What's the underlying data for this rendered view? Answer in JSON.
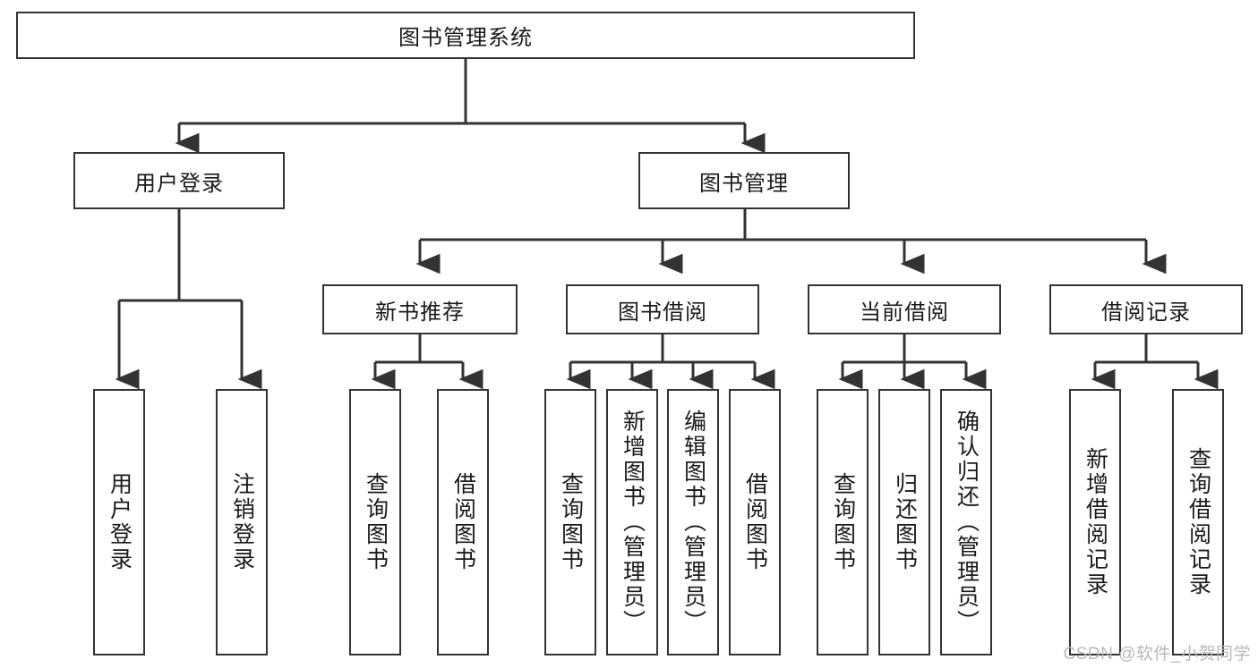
{
  "diagram": {
    "title": "图书管理系统",
    "type": "function-structure-tree",
    "line_color": "#333333",
    "box_fill": "#ffffff",
    "text_color": "#1a1a1a",
    "levels": {
      "root": {
        "label": "图书管理系统"
      },
      "level2": [
        {
          "label": "用户登录"
        },
        {
          "label": "图书管理"
        }
      ],
      "level3": [
        {
          "label": "新书推荐"
        },
        {
          "label": "图书借阅"
        },
        {
          "label": "当前借阅"
        },
        {
          "label": "借阅记录"
        }
      ],
      "leaves": [
        {
          "label": "用户登录"
        },
        {
          "label": "注销登录"
        },
        {
          "label": "查询图书"
        },
        {
          "label": "借阅图书"
        },
        {
          "label": "查询图书"
        },
        {
          "label": "新增图书（管理员）"
        },
        {
          "label": "编辑图书（管理员）"
        },
        {
          "label": "借阅图书"
        },
        {
          "label": "查询图书"
        },
        {
          "label": "归还图书"
        },
        {
          "label": "确认归还（管理员）"
        },
        {
          "label": "新增借阅记录"
        },
        {
          "label": "查询借阅记录"
        }
      ]
    }
  },
  "watermark": {
    "text": "CSDN @软件_小贺同学"
  }
}
